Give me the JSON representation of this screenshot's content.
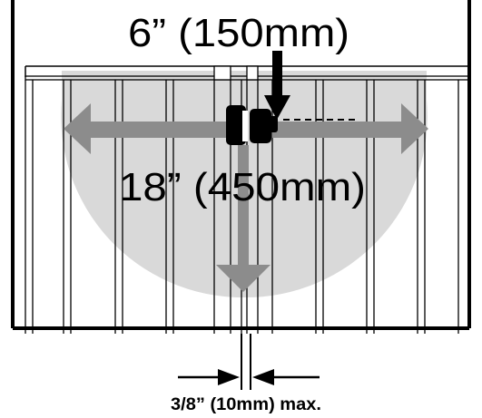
{
  "diagram": {
    "top_distance_label": "6” (150mm)",
    "coverage_radius_label": "18” (450mm)",
    "gap_label": "3/8” (10mm) max."
  },
  "colors": {
    "coverage_area": "#d9d9d9",
    "arrow_gray": "#8c8c8c",
    "line": "#000000",
    "background": "#ffffff"
  },
  "icons": {
    "sensor": "motion-sensor-icon"
  }
}
